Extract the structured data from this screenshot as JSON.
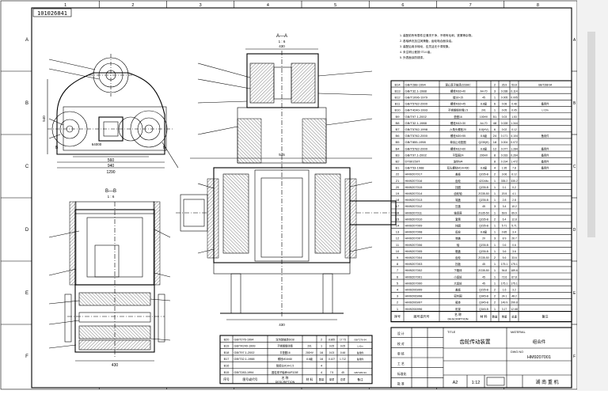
{
  "drawing": {
    "stamp_code": "101026841",
    "top_zone_numbers": [
      "1",
      "2",
      "3",
      "4",
      "5",
      "6",
      "7",
      "8"
    ],
    "side_zone_letters": [
      "A",
      "B",
      "C",
      "D",
      "E",
      "F"
    ],
    "section_aa": {
      "label": "A—A",
      "scale": "1 : 6",
      "dim_top": "430",
      "dim_mid": "545"
    },
    "section_bb": {
      "label": "B—B",
      "scale": "1 : 6",
      "dim_bottom": "430"
    },
    "plan_dims": [
      "1290",
      "540",
      "560",
      "940",
      "64000"
    ],
    "tech_requirements": [
      "1. 装配前所有零件应清洗干净，不得有毛刺、铁屑等杂物。",
      "2. 各轴承处加注润滑脂，齿轮啮合面涂油。",
      "3. 装配后用手转动，应灵活无卡滞现象。",
      "4. 未注明公差按 IT14 级。",
      "5. 外表面涂防锈漆。"
    ]
  },
  "bom_upper": [
    [
      "B14",
      "GB/T288-1994",
      "调心滚子轴承22336C",
      "",
      "2",
      "26.9",
      "53.8",
      "GB/T288-94"
    ],
    [
      "B13",
      "GB/T32.1-1988",
      "螺栓M16×40",
      "A4-70",
      "3",
      "0.038",
      "0.114",
      ""
    ],
    [
      "B12",
      "GB/T1096-1979",
      "键16×15",
      "45",
      "1",
      "0.005",
      "0.005",
      ""
    ],
    [
      "B11",
      "GB/T5782-2000",
      "螺栓M16×45",
      "8.8级",
      "6",
      "0.08",
      "0.48",
      "备用件"
    ],
    [
      "B10",
      "GB/T4240-1993",
      "不锈钢钢丝绳1.5",
      "201",
      "1",
      "0.05",
      "0.05",
      "L=2m"
    ],
    [
      "B9",
      "GB/T97.1-2002",
      "垫圈16",
      "100HV",
      "51",
      "0.03",
      "1.53",
      ""
    ],
    [
      "B8",
      "GB/T32.1-1988",
      "螺栓M12×30",
      "A4-70",
      "48",
      "0.028",
      "1.344",
      ""
    ],
    [
      "B7",
      "GB/T5782-1998",
      "六角头螺栓20",
      "8.8(HV)",
      "6",
      "0.02",
      "0.12",
      ""
    ],
    [
      "B6",
      "GB/T5782-2000",
      "螺栓M20×55",
      "8.8级",
      "24",
      "0.171",
      "4.104",
      "备用件"
    ],
    [
      "B5",
      "GB/T855-1998",
      "单耳止动垫圈",
      "Q235(H)",
      "18",
      "0.004",
      "0.072",
      ""
    ],
    [
      "B4",
      "GB/T5782-2000",
      "螺栓M12×60",
      "8.8级",
      "12",
      "0.077",
      "1.284",
      "备用件"
    ],
    [
      "B3",
      "GB/T97.1-2002",
      "平垫圈24",
      "200HV",
      "8",
      "0.033",
      "0.264",
      "备用件"
    ],
    [
      "B2",
      "DT60159T",
      "油封W4",
      "",
      "8",
      "0.194",
      "1.472",
      "备用件"
    ],
    [
      "B1",
      "GB/T53-1988",
      "双头螺柱M14×490",
      "8.8级",
      "4",
      "1.95",
      "7.8",
      "备用件"
    ],
    [
      "22",
      "HM9207017",
      "盖板",
      "Q235-B",
      "2",
      "3.06",
      "6.12",
      ""
    ],
    [
      "21",
      "HM9207016",
      "齿轮",
      "42CrMo",
      "1",
      "335.2",
      "335.2",
      ""
    ],
    [
      "20",
      "HM9207015",
      "挡圈",
      "Q235-B",
      "1",
      "0.1",
      "0.2",
      ""
    ],
    [
      "19",
      "HM9207014",
      "齿轮轴",
      "ZG35-50",
      "1",
      "20.5",
      "4.1",
      ""
    ],
    [
      "18",
      "HM9207013",
      "端盖",
      "Q235-B",
      "1",
      "2.8",
      "2.8",
      ""
    ],
    [
      "17",
      "HM9207012",
      "压盖",
      "45",
      "3",
      "3.4",
      "10.2",
      ""
    ],
    [
      "16",
      "HM9207011",
      "轴承座",
      "ZG35-50",
      "1",
      "69.9",
      "69.9",
      ""
    ],
    [
      "15",
      "HM9207010",
      "套筒",
      "Q235-B",
      "2",
      "6.4",
      "12.8",
      ""
    ],
    [
      "14",
      "HM9207009",
      "挡圈",
      "Q235-B",
      "1",
      "5.71",
      "5.71",
      ""
    ],
    [
      "13",
      "HM9207008",
      "齿轮",
      "8.8级",
      "1",
      "0.85",
      "3.4",
      ""
    ],
    [
      "12",
      "HM9207007",
      "端盖",
      "20",
      "3",
      "8.9",
      "26.7",
      ""
    ],
    [
      "11",
      "HM9207006",
      "轴",
      "Q235-B",
      "1",
      "0.6",
      "0.6",
      ""
    ],
    [
      "10",
      "HM9207005",
      "箱盖",
      "Q235-B",
      "1",
      "3.6",
      "3.6",
      ""
    ],
    [
      "9",
      "HM9207004",
      "齿轮",
      "ZG35-50",
      "2",
      "5.6",
      "33.6",
      ""
    ],
    [
      "8",
      "HM9207003",
      "挡板",
      "45",
      "1",
      "175.1",
      "175.1",
      ""
    ],
    [
      "7",
      "HM9207002",
      "下箱体",
      "ZG35-50",
      "1",
      "94.8",
      "189.6",
      ""
    ],
    [
      "6",
      "HM9207001",
      "小齿轮",
      "45",
      "1",
      "72.6",
      "67.8",
      ""
    ],
    [
      "5",
      "HM9207000",
      "大齿轮",
      "45",
      "1",
      "175.1",
      "175.1",
      ""
    ],
    [
      "4",
      "HM9206999",
      "盖板",
      "Q235-B",
      "2",
      "1.6",
      "3.2",
      ""
    ],
    [
      "3",
      "HM9206998",
      "密封圈",
      "Q345-B",
      "2",
      "24.1",
      "48.2",
      ""
    ],
    [
      "2",
      "HM9206997",
      "箱体",
      "Q345-B",
      "2",
      "149.9",
      "299.8",
      ""
    ],
    [
      "1",
      "HM9206996",
      "机架",
      "Q345-B",
      "1",
      "3.17",
      "12.68",
      ""
    ]
  ],
  "bom_upper_header": {
    "seq": "序号",
    "code": "图号或代号",
    "name": "名 称",
    "name_en": "DESCRIPTION",
    "material": "材 料",
    "qty": "数量",
    "unit": "单重",
    "total": "总重",
    "note": "备注"
  },
  "bom_lower": [
    [
      "B20",
      "GB/T276-1994",
      "深沟球轴承6038",
      "",
      "2",
      "8.865",
      "17.73",
      "GB/T276-94"
    ],
    [
      "B19",
      "GB/T4240-1999",
      "不锈钢钢丝绳",
      "201",
      "1",
      "0.05",
      "0.05",
      "L=2m"
    ],
    [
      "B18",
      "GB/T97.1-2002",
      "平垫圈16",
      "200HV",
      "16",
      "0.03",
      "0.48",
      "备用件"
    ],
    [
      "B17",
      "GB/T32.1-1988",
      "螺栓M16×60",
      "8.8级",
      "16",
      "0.107",
      "1.712",
      "备用件"
    ],
    [
      "B16",
      "",
      "管接头M14×1.5",
      "",
      "4",
      "",
      "",
      ""
    ],
    [
      "B15",
      "GB/T283-1994",
      "圆柱滚子轴承NUP320E",
      "",
      "4",
      "7.5",
      "45",
      "GB/T283-94"
    ]
  ],
  "bom_lower_header": {
    "seq": "序号",
    "code": "图号或代号",
    "name": "名 称",
    "name_en": "DESCRIPTION",
    "material": "材 料",
    "qty": "数量",
    "unit": "单重",
    "total": "总重",
    "note": "备注"
  },
  "title_block": {
    "title_label": "TITLE",
    "title": "齿轮传动装置",
    "drawing_no_label": "DWG NO",
    "drawing_no": "HM9207001",
    "material_label": "MATERIAL",
    "material": "组合件",
    "sheet_size": "A2",
    "scale": "1:12",
    "company": "湖 南 重 机",
    "rows": [
      "设 计",
      "校 对",
      "审 核",
      "工 艺",
      "标准化",
      "批 准"
    ]
  }
}
